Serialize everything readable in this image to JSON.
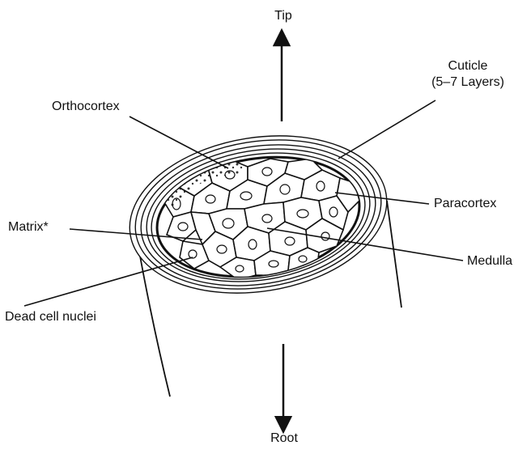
{
  "labels": {
    "tip": "Tip",
    "root": "Root",
    "cuticle_line1": "Cuticle",
    "cuticle_line2": "(5–7 Layers)",
    "orthocortex": "Orthocortex",
    "paracortex": "Paracortex",
    "matrix": "Matrix*",
    "medulla": "Medulla",
    "dead_cell_nuclei": "Dead cell nuclei"
  },
  "colors": {
    "ink": "#111111",
    "background": "#ffffff"
  }
}
